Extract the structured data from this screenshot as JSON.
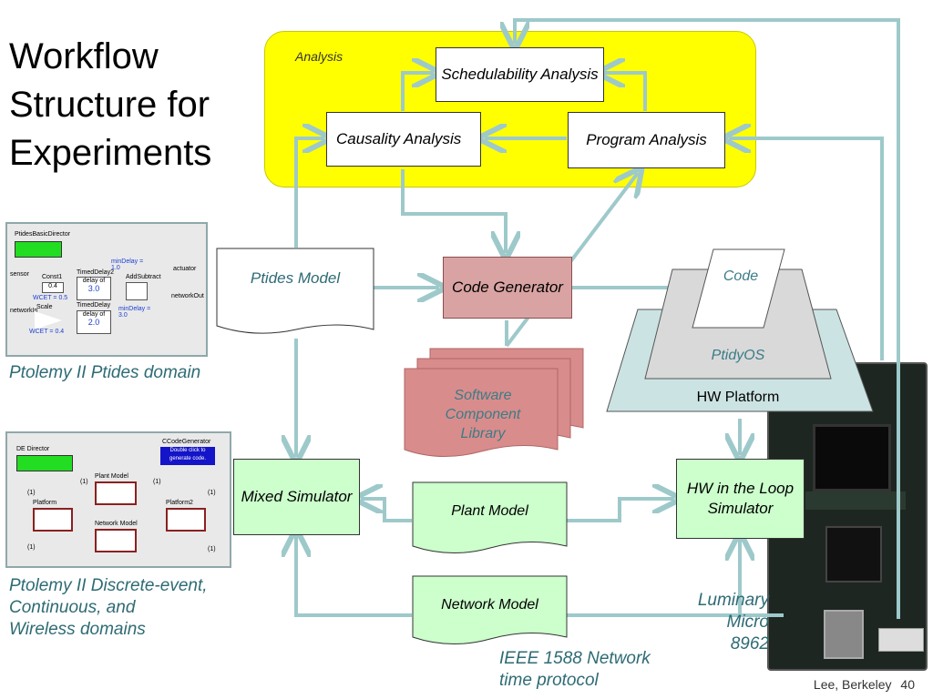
{
  "title": "Workflow Structure for Experiments",
  "title_lines": [
    "Workflow",
    "Structure for",
    "Experiments"
  ],
  "analysis": {
    "label": "Analysis",
    "schedulability": "Schedulability Analysis",
    "causality": "Causality Analysis",
    "program": "Program Analysis"
  },
  "nodes": {
    "ptides_model": "Ptides Model",
    "code_generator": "Code Generator",
    "code": "Code",
    "ptidyos": "PtidyOS",
    "hw_platform": "HW Platform",
    "software_library": "Software Component Library",
    "mixed_simulator": "Mixed Simulator",
    "plant_model": "Plant Model",
    "hw_loop": "HW in the Loop Simulator",
    "network_model": "Network Model"
  },
  "captions": {
    "ptides_domain": "Ptolemy II Ptides domain",
    "de_domains_1": "Ptolemy II Discrete-event,",
    "de_domains_2": "Continuous, and",
    "de_domains_3": "Wireless domains",
    "luminary_1": "Luminary",
    "luminary_2": "Micro",
    "luminary_3": "8962",
    "ieee_1": "IEEE 1588 Network",
    "ieee_2": "time protocol"
  },
  "thumb1": {
    "director": "PtidesBasicDirector",
    "sensor": "sensor",
    "const": "Const1",
    "timed_delay2": "TimedDelay2",
    "delay_of": "delay of",
    "delay_val1": "3.0",
    "min_delay1": "minDelay =",
    "min_delay1_val": "1.0",
    "add_subtract": "AddSubtract",
    "actuator": "actuator",
    "wcet1": "WCET = 0.5",
    "scale": "Scale",
    "network_in": "networkIn",
    "timed_delay": "TimedDelay",
    "delay_val2": "2.0",
    "min_delay2": "minDelay =",
    "min_delay2_val": "3.0",
    "network_out": "networkOut",
    "wcet2": "WCET = 0.4"
  },
  "thumb2": {
    "director": "DE Director",
    "codegen": "CCodeGenerator",
    "codegen_btn": "Double click to generate code.",
    "plant_model": "Plant Model",
    "platform": "Platform",
    "platform2": "Platform2",
    "network_model": "Network Model",
    "one": "(1)"
  },
  "footer": {
    "author": "Lee, Berkeley",
    "page": "40"
  }
}
